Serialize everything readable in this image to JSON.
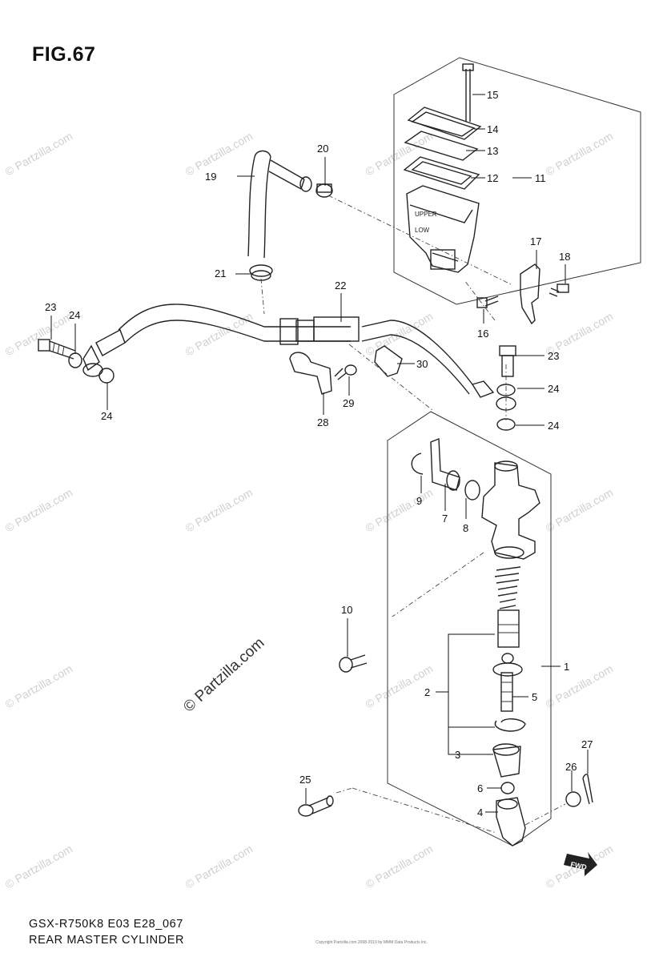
{
  "figure": {
    "title": "FIG.67"
  },
  "footer": {
    "model_code": "GSX-R750K8 E03 E28_067",
    "section_name": "REAR MASTER CYLINDER"
  },
  "copyright_text": "Copyright Partzilla.com 2008-2019 by MMM Data Products Inc.",
  "watermark": {
    "text": "© Partzilla.com",
    "big_text": "© Partzilla.com"
  },
  "parts": {
    "p1": "1",
    "p2": "2",
    "p3": "3",
    "p4": "4",
    "p5": "5",
    "p6": "6",
    "p7": "7",
    "p8": "8",
    "p9": "9",
    "p10": "10",
    "p11": "11",
    "p12": "12",
    "p13": "13",
    "p14": "14",
    "p15": "15",
    "p16": "16",
    "p17": "17",
    "p18": "18",
    "p19": "19",
    "p20": "20",
    "p21": "21",
    "p22": "22",
    "p23": "23",
    "p24": "24",
    "p25": "25",
    "p26": "26",
    "p27": "27",
    "p28": "28",
    "p29": "29",
    "p30": "30"
  },
  "fwd_badge": "FWD",
  "reservoir_marks": {
    "upper": "UPPER",
    "lower": "LOW"
  }
}
